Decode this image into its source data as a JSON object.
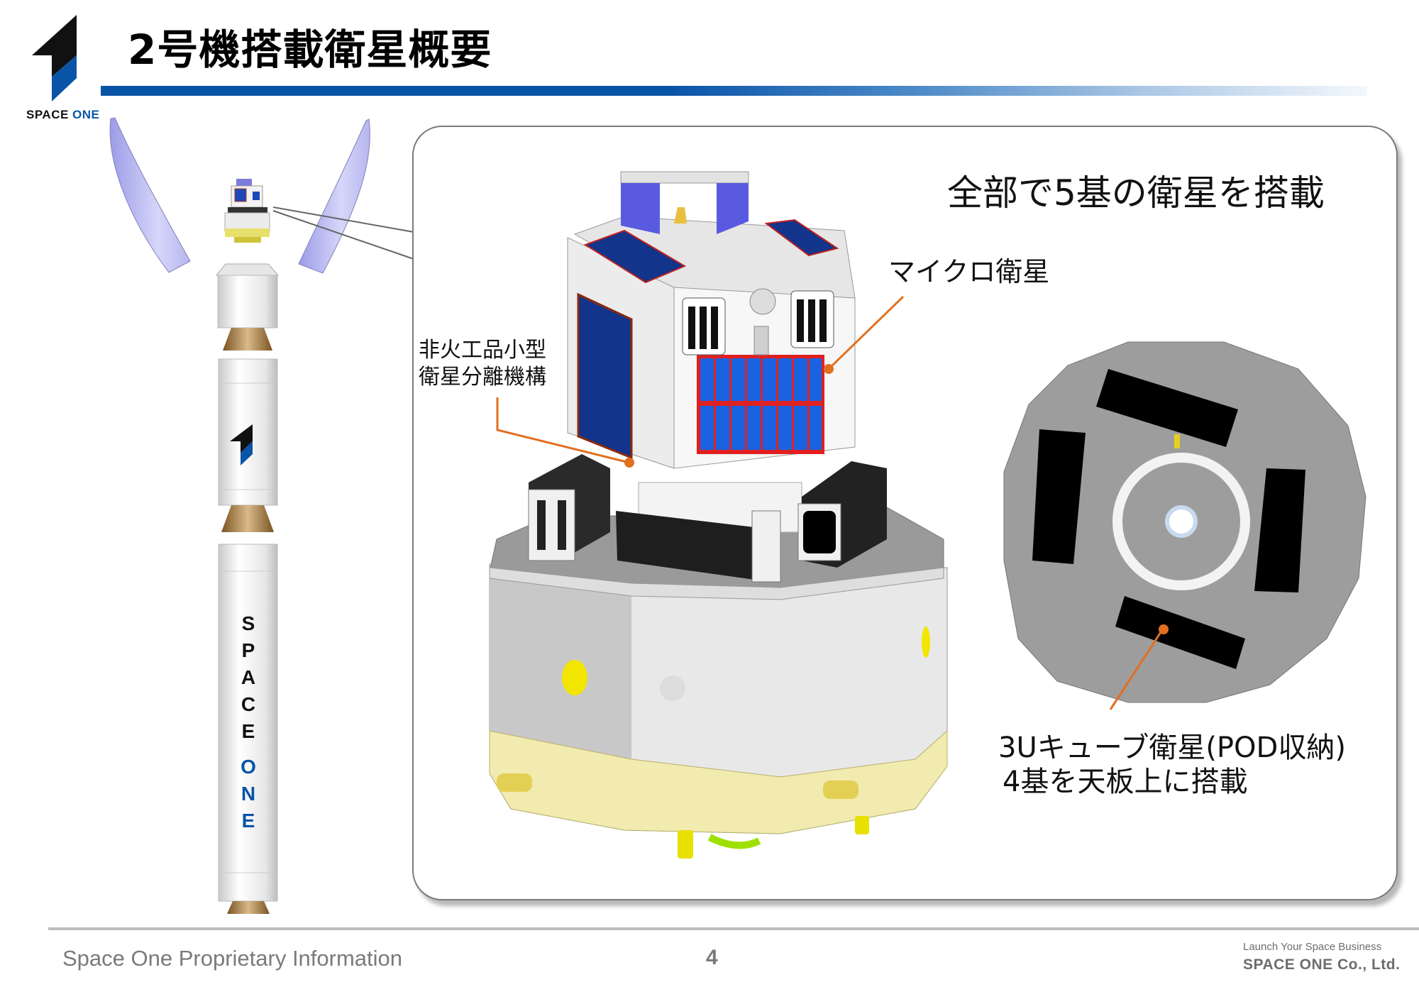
{
  "header": {
    "title": "2号機搭載衛星概要",
    "logo_text_main": "SPACE",
    "logo_text_accent": "ONE"
  },
  "colors": {
    "brand_blue": "#0a54a8",
    "brand_black": "#111111",
    "callout_orange": "#e07020",
    "footer_grey": "#7a7a7a"
  },
  "main": {
    "headline": "全部で5基の衛星を搭載",
    "callouts": {
      "micro_satellite": "マイクロ衛星",
      "separation_line1": "非火工品小型",
      "separation_line2": "衛星分離機構",
      "cubesat_line1": "3Uキューブ衛星(POD収納)",
      "cubesat_line2": "4基を天板上に搭載"
    },
    "rocket_lettering": [
      "S",
      "P",
      "A",
      "C",
      "E",
      "O",
      "N",
      "E"
    ]
  },
  "footer": {
    "left": "Space One Proprietary Information",
    "page_number": "4",
    "tagline": "Launch Your Space Business",
    "company": "SPACE ONE Co., Ltd."
  }
}
